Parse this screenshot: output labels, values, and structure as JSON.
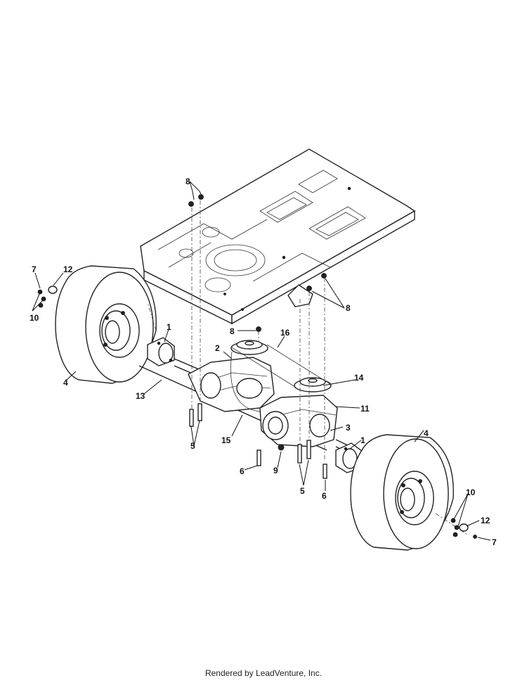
{
  "callouts": {
    "c1a": "1",
    "c1b": "1",
    "c2": "2",
    "c3": "3",
    "c4a": "4",
    "c4b": "4",
    "c5a": "5",
    "c5b": "5",
    "c6a": "6",
    "c6b": "6",
    "c7a": "7",
    "c7b": "7",
    "c8a": "8",
    "c8b": "8",
    "c8c": "8",
    "c9": "9",
    "c10a": "10",
    "c10b": "10",
    "c11": "11",
    "c12a": "12",
    "c12b": "12",
    "c13": "13",
    "c14": "14",
    "c15": "15",
    "c16": "16"
  },
  "footer": "Rendered by LeadVenture, Inc."
}
